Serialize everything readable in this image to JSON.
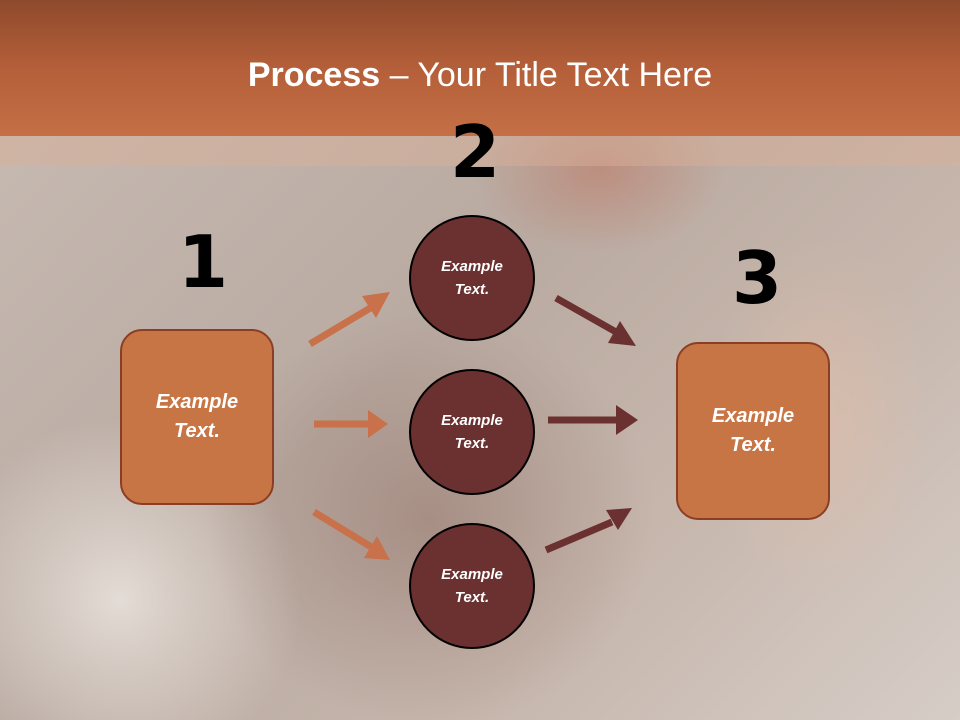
{
  "title": {
    "bold": "Process",
    "rest": " – Your Title Text Here"
  },
  "steps": {
    "one": "1",
    "two": "2",
    "three": "3"
  },
  "nodes": {
    "left_box": "Example\nText.",
    "circle_top": "Example\nText.",
    "circle_middle": "Example\nText.",
    "circle_bottom": "Example\nText.",
    "right_box": "Example\nText."
  },
  "colors": {
    "accent": "#c46f45",
    "box_fill": "#c87546",
    "circle_fill": "#6b3030",
    "arrow_light": "#c8714a",
    "arrow_dark": "#6b3030"
  }
}
